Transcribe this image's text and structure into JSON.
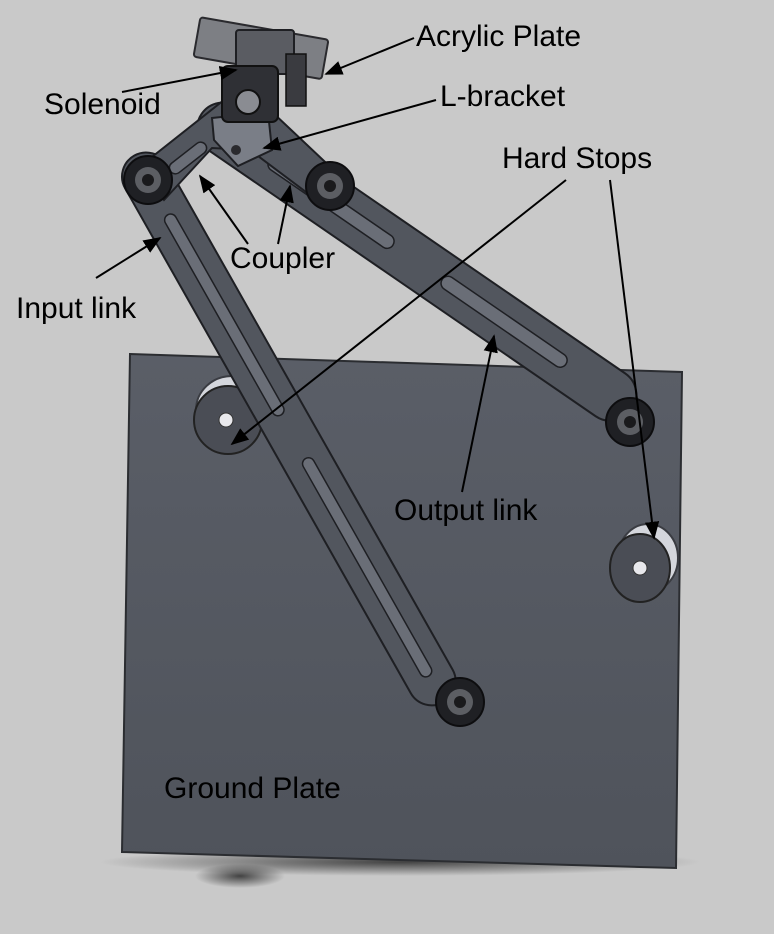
{
  "labels": {
    "acrylic_plate": "Acrylic Plate",
    "solenoid": "Solenoid",
    "l_bracket": "L-bracket",
    "hard_stops": "Hard Stops",
    "coupler": "Coupler",
    "input_link": "Input link",
    "output_link": "Output link",
    "ground_plate": "Ground Plate"
  },
  "colors": {
    "background": "#c9c9c9",
    "ground_plate": "#565a63",
    "link": "#52565e",
    "link_edge": "#1e1f23",
    "hardware": "#2a2a2e",
    "hard_stop": "#d4d6dc"
  }
}
